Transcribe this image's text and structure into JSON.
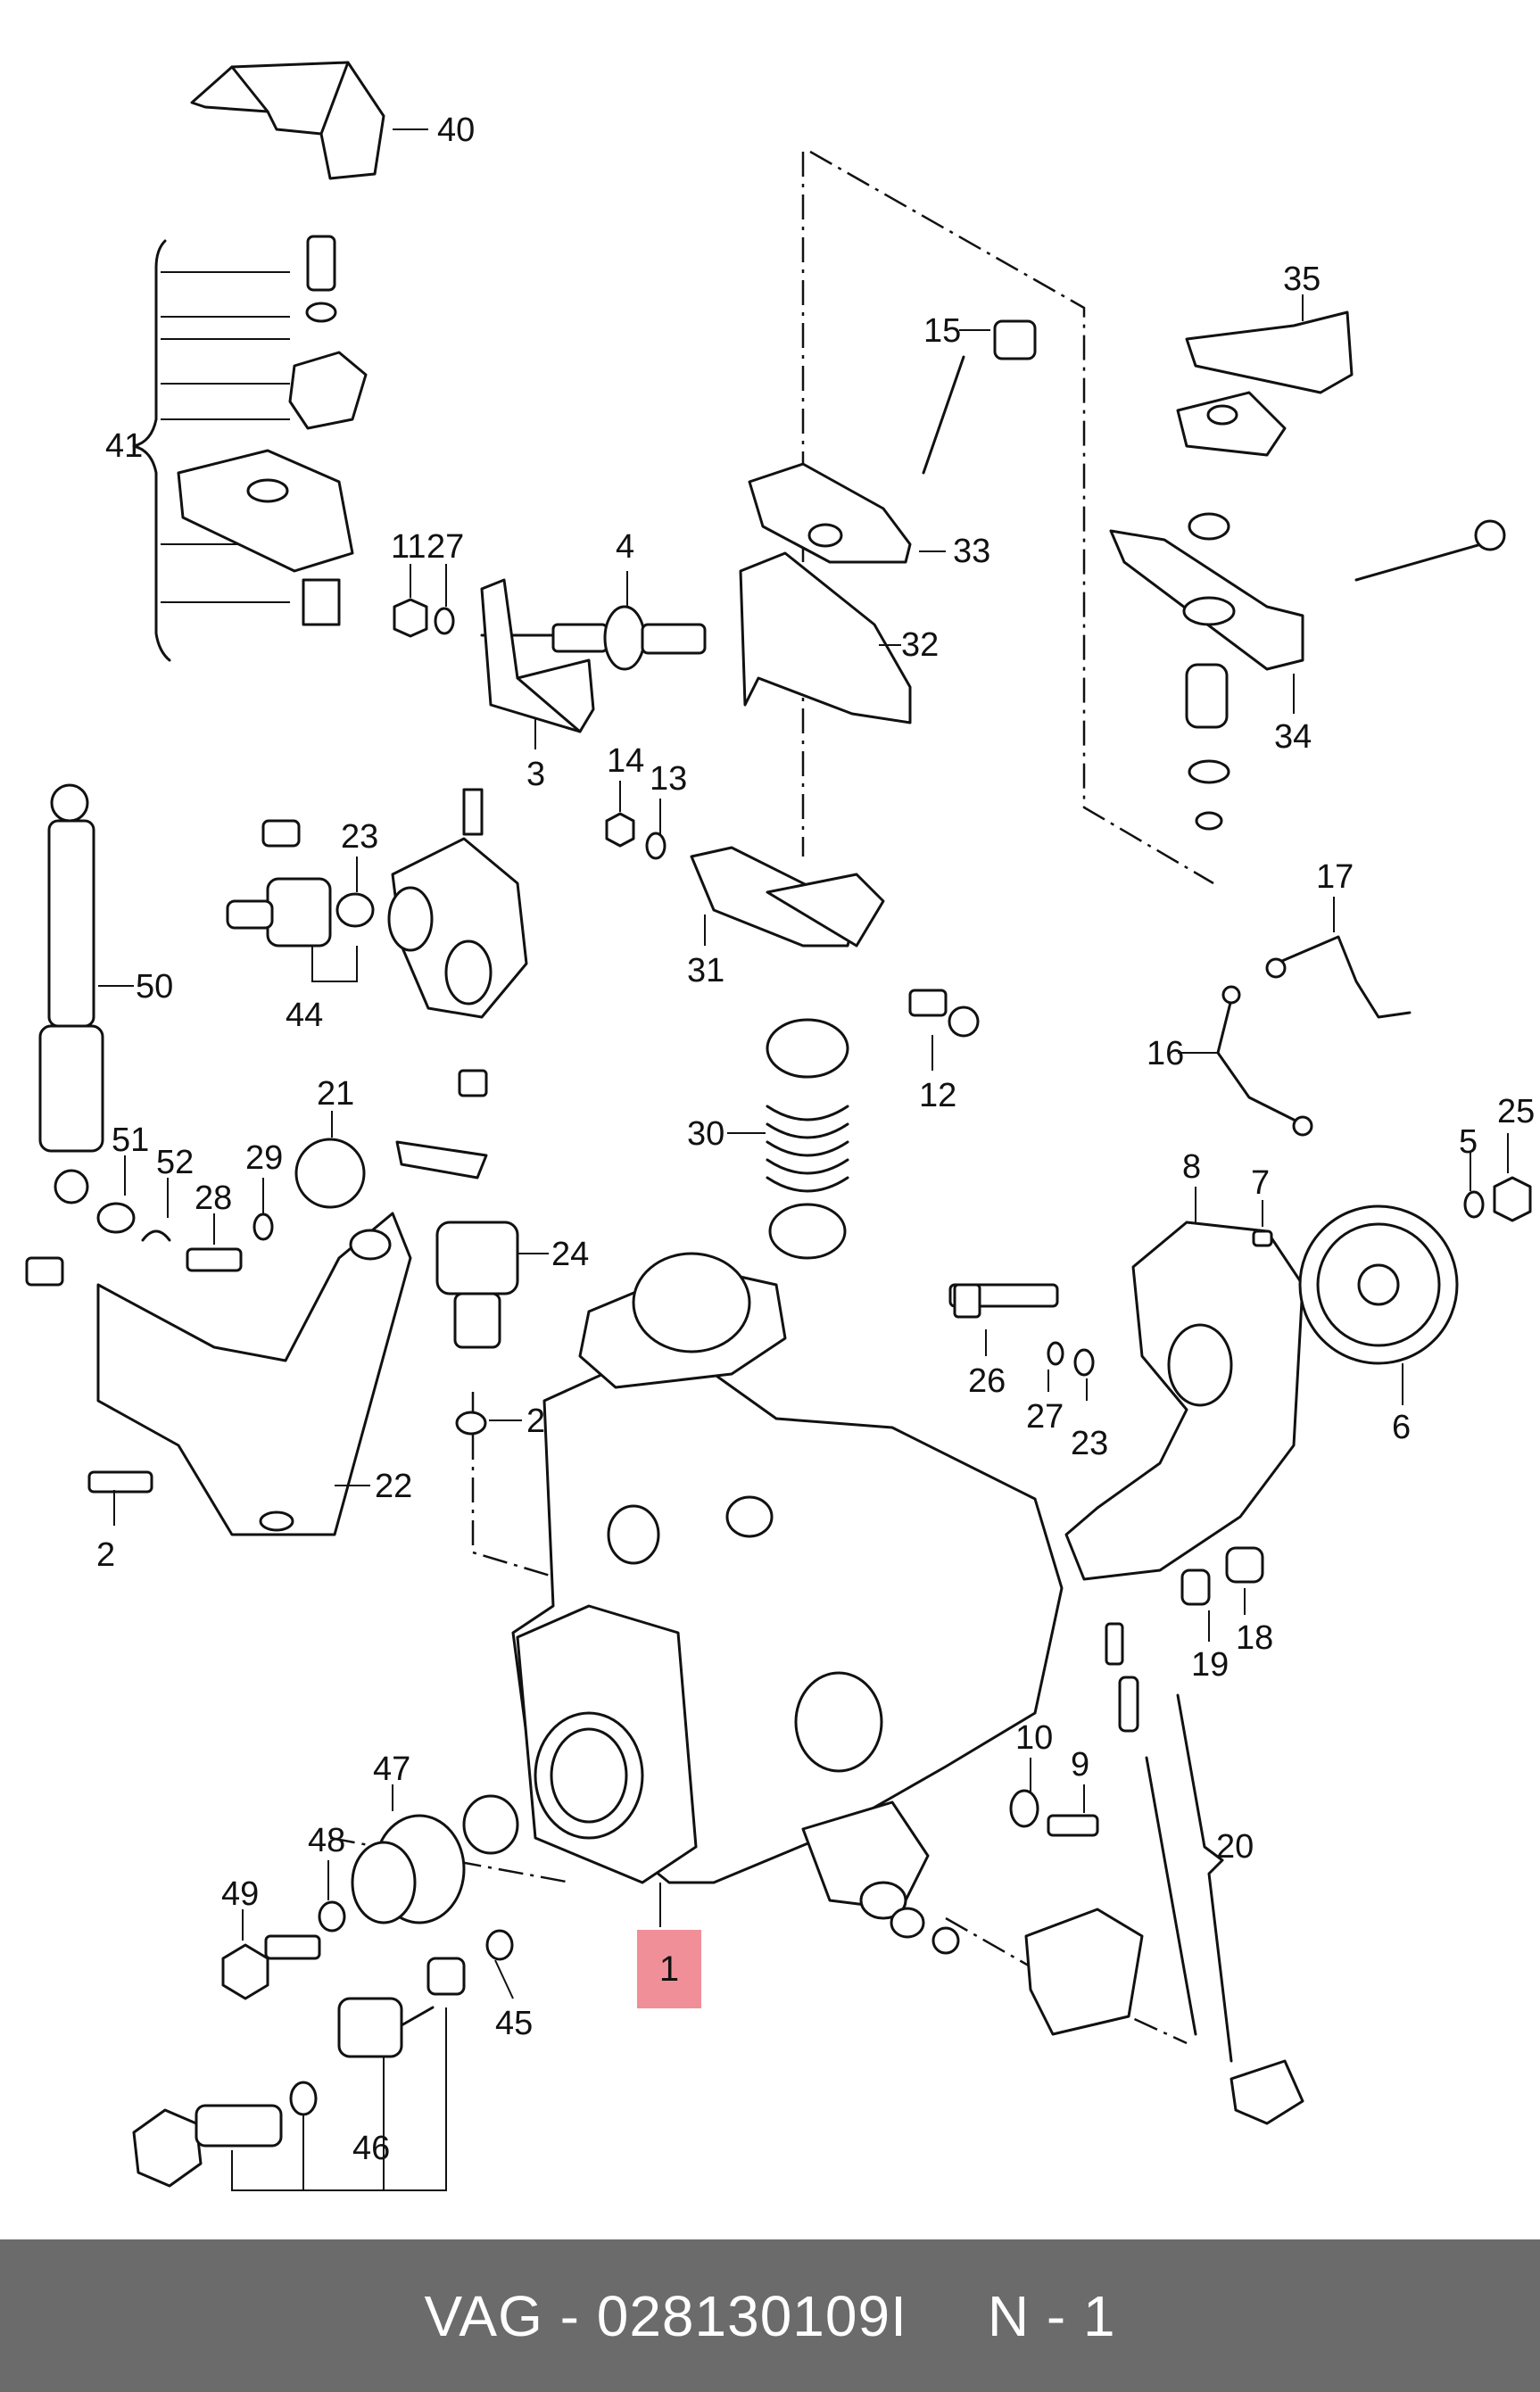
{
  "diagram": {
    "highlighted_part": "1",
    "callouts": [
      "40",
      "41",
      "11",
      "27",
      "4",
      "3",
      "15",
      "33",
      "32",
      "35",
      "34",
      "14",
      "13",
      "31",
      "23",
      "44",
      "50",
      "12",
      "17",
      "16",
      "21",
      "30",
      "24",
      "51",
      "52",
      "29",
      "28",
      "22",
      "2",
      "8",
      "7",
      "6",
      "5",
      "25",
      "26",
      "27",
      "23",
      "28",
      "19",
      "18",
      "10",
      "9",
      "20",
      "47",
      "48",
      "49",
      "45",
      "46"
    ]
  },
  "footer": {
    "part_label": "VAG - 028130109I",
    "quantity_label": "N - 1"
  }
}
